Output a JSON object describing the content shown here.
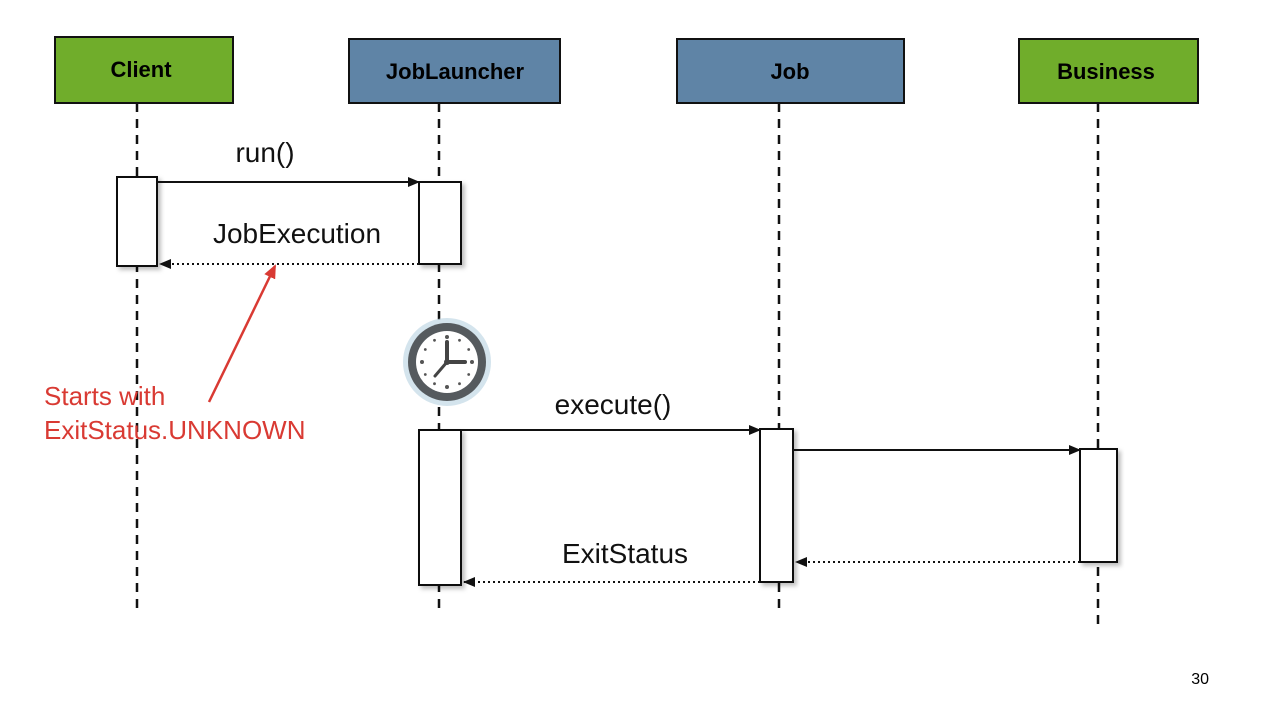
{
  "participants": [
    {
      "id": "client",
      "label": "Client",
      "color": "#70ad2b"
    },
    {
      "id": "joblauncher",
      "label": "JobLauncher",
      "color": "#5f84a6"
    },
    {
      "id": "job",
      "label": "Job",
      "color": "#5f84a6"
    },
    {
      "id": "business",
      "label": "Business",
      "color": "#70ad2b"
    }
  ],
  "messages": {
    "run": "run()",
    "job_execution": "JobExecution",
    "execute": "execute()",
    "exit_status": "ExitStatus"
  },
  "annotation": {
    "line1": "Starts with",
    "line2": "ExitStatus.UNKNOWN",
    "color": "#d93a33"
  },
  "icons": [
    "clock-icon"
  ],
  "page_number": "30"
}
